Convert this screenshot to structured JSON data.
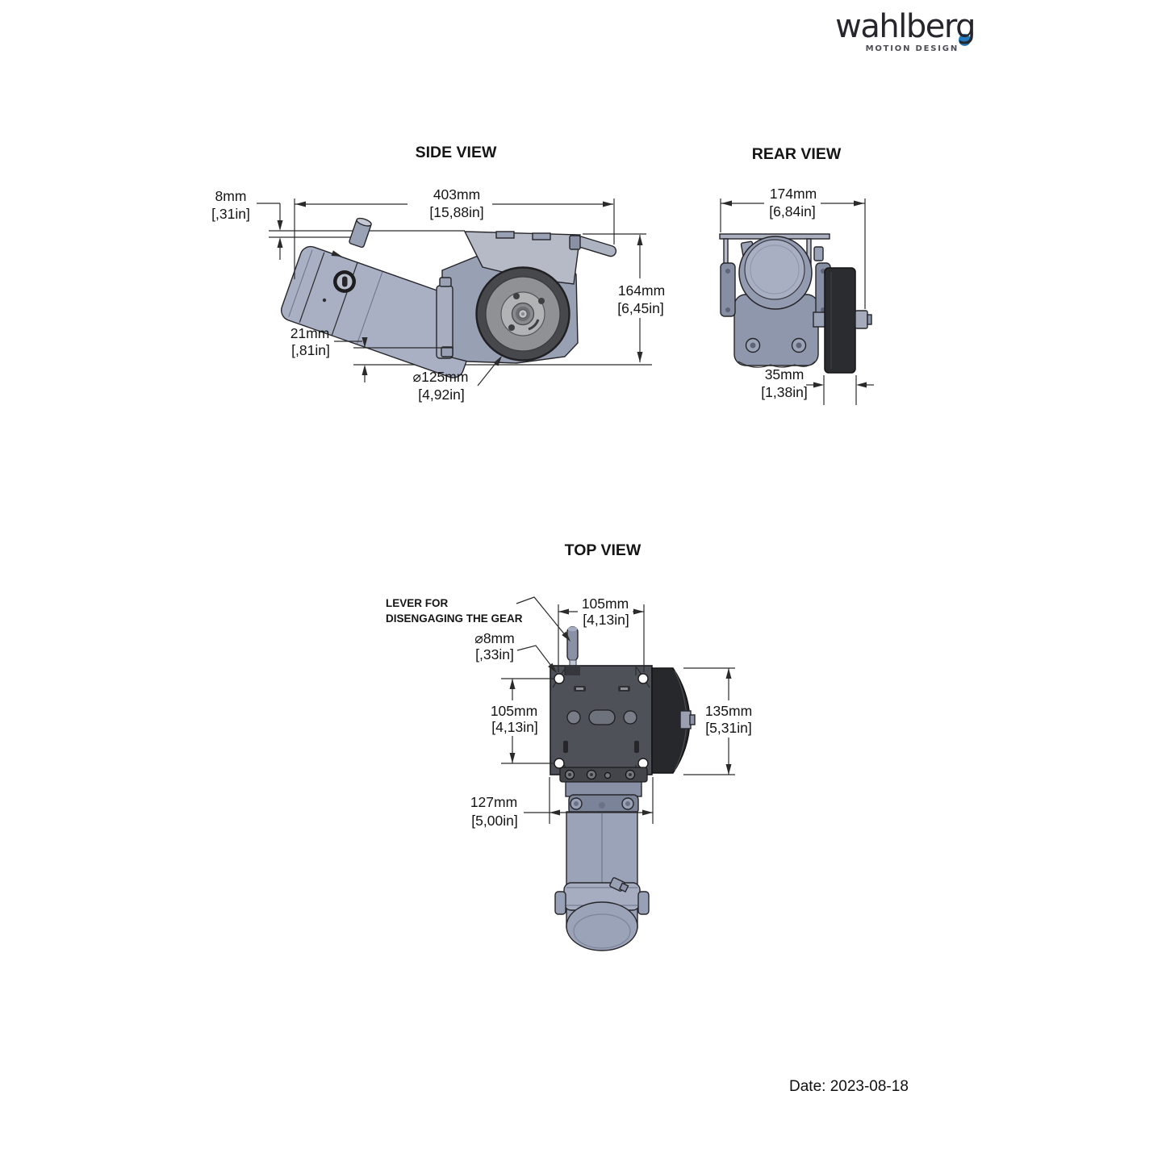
{
  "brand": {
    "name": "wahlberg",
    "tagline": "MOTION DESIGN",
    "dot_color": "#2279bd"
  },
  "views": {
    "side": {
      "title": "SIDE VIEW",
      "dim_length_mm": "403mm",
      "dim_length_in": "[15,88in]",
      "dim_offset_mm": "8mm",
      "dim_offset_in": "[,31in]",
      "dim_height_mm": "164mm",
      "dim_height_in": "[6,45in]",
      "dim_clearance_mm": "21mm",
      "dim_clearance_in": "[,81in]",
      "dim_wheel_dia_mm": "⌀125mm",
      "dim_wheel_dia_in": "[4,92in]"
    },
    "rear": {
      "title": "REAR VIEW",
      "dim_width_mm": "174mm",
      "dim_width_in": "[6,84in]",
      "dim_wheel_width_mm": "35mm",
      "dim_wheel_width_in": "[1,38in]"
    },
    "top": {
      "title": "TOP VIEW",
      "lever_note_line1": "LEVER FOR",
      "lever_note_line2": "DISENGAGING THE GEAR",
      "dim_top_mm": "105mm",
      "dim_top_in": "[4,13in]",
      "dim_hole_dia_mm": "⌀8mm",
      "dim_hole_dia_in": "[,33in]",
      "dim_left_mm": "105mm",
      "dim_left_in": "[4,13in]",
      "dim_right_mm": "135mm",
      "dim_right_in": "[5,31in]",
      "dim_bottom_mm": "127mm",
      "dim_bottom_in": "[5,00in]"
    }
  },
  "footer": {
    "date": "Date: 2023-08-18"
  }
}
